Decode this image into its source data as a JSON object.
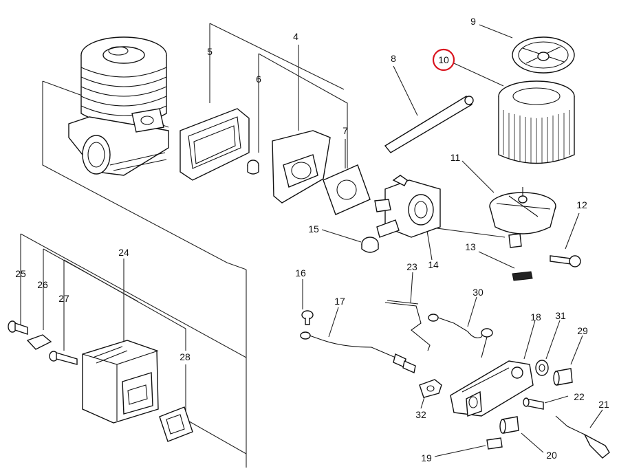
{
  "diagram": {
    "labels": {
      "p1": "4",
      "p2": "5",
      "p3": "6",
      "p4": "7",
      "p5": "8",
      "p6": "9",
      "p7": "10",
      "p8": "11",
      "p9": "12",
      "p10": "13",
      "p11": "14",
      "p12": "15",
      "p13": "16",
      "p14": "17",
      "p15": "18",
      "p16": "19",
      "p17": "20",
      "p18": "21",
      "p19": "22",
      "p20": "23",
      "p21": "24",
      "p22": "25",
      "p23": "26",
      "p24": "27",
      "p25": "28",
      "p26": "29",
      "p27": "30",
      "p28": "31",
      "p29": "32"
    },
    "highlighted_part": "10",
    "highlight_color": "#d9141e"
  }
}
